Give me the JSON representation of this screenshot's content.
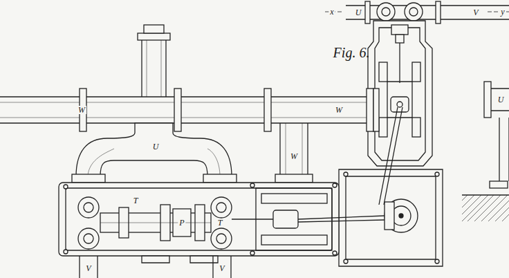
{
  "diagram": {
    "caption": "Fig. 6.",
    "labels": [
      "x",
      "U",
      "V",
      "y",
      "U",
      "W",
      "W",
      "U",
      "W",
      "T",
      "P",
      "T",
      "V",
      "V"
    ]
  }
}
